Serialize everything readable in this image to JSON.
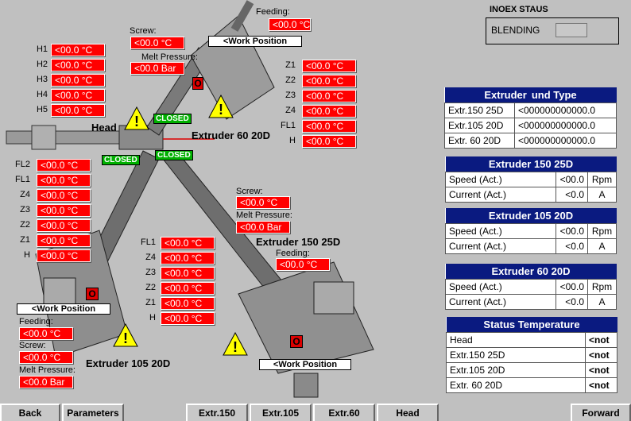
{
  "status_box": {
    "title": "INOEX STAUS",
    "label": "BLENDING"
  },
  "head_label": "Head",
  "closed_label": "CLOSED",
  "warning_symbol": "!",
  "o_symbol": "O",
  "ex60": {
    "name": "Extruder 60 20D",
    "feeding_label": "Feeding:",
    "feeding": "<00.0  °C",
    "screw_label": "Screw:",
    "screw": "<00.0  °C",
    "melt_label": "Melt Pressure:",
    "melt": "<00.0 Bar",
    "work_position": "<Work Position",
    "zones": [
      {
        "label": "Z1",
        "value": "<00.0  °C"
      },
      {
        "label": "Z2",
        "value": "<00.0  °C"
      },
      {
        "label": "Z3",
        "value": "<00.0  °C"
      },
      {
        "label": "Z4",
        "value": "<00.0  °C"
      },
      {
        "label": "FL1",
        "value": "<00.0  °C"
      },
      {
        "label": "H",
        "value": "<00.0  °C"
      }
    ]
  },
  "head_zones": [
    {
      "label": "H1",
      "value": "<00.0  °C"
    },
    {
      "label": "H2",
      "value": "<00.0  °C"
    },
    {
      "label": "H3",
      "value": "<00.0  °C"
    },
    {
      "label": "H4",
      "value": "<00.0  °C"
    },
    {
      "label": "H5",
      "value": "<00.0  °C"
    }
  ],
  "ex105": {
    "name": "Extruder 105 20D",
    "feeding_label": "Feeding:",
    "feeding": "<00.0  °C",
    "screw_label": "Screw:",
    "screw": "<00.0  °C",
    "melt_label": "Melt Pressure:",
    "melt": "<00.0 Bar",
    "work_position": "<Work Position",
    "zones": [
      {
        "label": "FL2",
        "value": "<00.0  °C"
      },
      {
        "label": "FL1",
        "value": "<00.0  °C"
      },
      {
        "label": "Z4",
        "value": "<00.0  °C"
      },
      {
        "label": "Z3",
        "value": "<00.0  °C"
      },
      {
        "label": "Z2",
        "value": "<00.0  °C"
      },
      {
        "label": "Z1",
        "value": "<00.0  °C"
      },
      {
        "label": "H",
        "value": "<00.0  °C"
      }
    ]
  },
  "ex150": {
    "name": "Extruder 150 25D",
    "feeding_label": "Feeding:",
    "feeding": "<00.0  °C",
    "screw_label": "Screw:",
    "screw": "<00.0  °C",
    "melt_label": "Melt Pressure:",
    "melt": "<00.0 Bar",
    "work_position": "<Work Position",
    "zones": [
      {
        "label": "FL1",
        "value": "<00.0  °C"
      },
      {
        "label": "Z4",
        "value": "<00.0  °C"
      },
      {
        "label": "Z3",
        "value": "<00.0  °C"
      },
      {
        "label": "Z2",
        "value": "<00.0  °C"
      },
      {
        "label": "Z1",
        "value": "<00.0  °C"
      },
      {
        "label": "H",
        "value": "<00.0  °C"
      }
    ]
  },
  "compound": {
    "header_left": "Extruder",
    "header_right": "und Type",
    "rows": [
      {
        "name": "Extr.150 25D",
        "value": "<000000000000.0"
      },
      {
        "name": "Extr.105 20D",
        "value": "<000000000000.0"
      },
      {
        "name": "Extr. 60 20D",
        "value": "<000000000000.0"
      }
    ]
  },
  "panels": [
    {
      "title": "Extruder 150 25D",
      "speed_label": "Speed (Act.)",
      "speed": "<00.0",
      "speed_unit": "Rpm",
      "current_label": "Current (Act.)",
      "current": "<0.0",
      "current_unit": "A"
    },
    {
      "title": "Extruder 105 20D",
      "speed_label": "Speed (Act.)",
      "speed": "<00.0",
      "speed_unit": "Rpm",
      "current_label": "Current (Act.)",
      "current": "<0.0",
      "current_unit": "A"
    },
    {
      "title": "Extruder 60 20D",
      "speed_label": "Speed (Act.)",
      "speed": "<00.0",
      "speed_unit": "Rpm",
      "current_label": "Current (Act.)",
      "current": "<0.0",
      "current_unit": "A"
    }
  ],
  "status_temp": {
    "title": "Status Temperature",
    "rows": [
      {
        "name": "Head",
        "value": "<not"
      },
      {
        "name": "Extr.150 25D",
        "value": "<not"
      },
      {
        "name": "Extr.105 20D",
        "value": "<not"
      },
      {
        "name": "Extr. 60 20D",
        "value": "<not"
      }
    ]
  },
  "footer": {
    "back": "Back",
    "parameters": "Parameters",
    "extr150": "Extr.150",
    "extr105": "Extr.105",
    "extr60": "Extr.60",
    "head": "Head",
    "forward": "Forward"
  }
}
